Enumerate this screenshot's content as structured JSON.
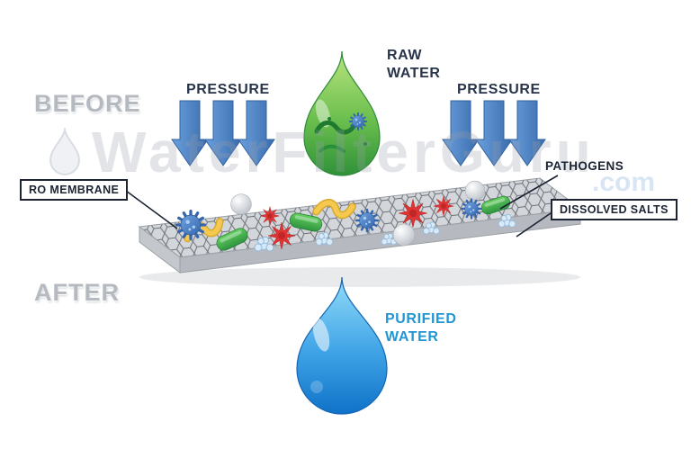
{
  "stages": {
    "before": "BEFORE",
    "after": "AFTER"
  },
  "labels": {
    "pressure_left": "PRESSURE",
    "pressure_right": "PRESSURE",
    "raw_water_line1": "RAW",
    "raw_water_line2": "WATER",
    "purified_water_line1": "PURIFIED",
    "purified_water_line2": "WATER",
    "ro_membrane": "RO MEMBRANE",
    "pathogens": "PATHOGENS",
    "dissolved_salts": "DISSOLVED SALTS"
  },
  "watermark": {
    "text": "WaterFilterGuru",
    "suffix": ".com"
  },
  "colors": {
    "navy_text": "#273449",
    "stage_gray": "#b5b9c0",
    "arrow_blue": "#4a80c2",
    "purified_blue": "#2196d4",
    "raw_droplet_green": "#3f9b3c",
    "purified_droplet_blue": "#1a7fd4",
    "membrane_gray": "#c9ced3",
    "pathogen_red": "#e13434",
    "bacteria_green": "#3db54a",
    "virus_blue": "#3566ae",
    "salt_light_blue": "#d8e9f7"
  },
  "graphics": {
    "contaminant_kinds": [
      "virus",
      "bacteria-capsule",
      "red-pathogen",
      "worm-bacteria",
      "sphere-particle",
      "dissolved-salt-crystal"
    ]
  }
}
